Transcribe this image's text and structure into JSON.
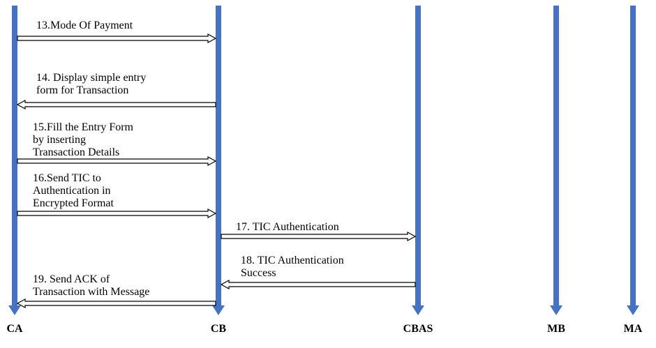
{
  "lifeline_color": "#4472C4",
  "arrow_stroke": "#000000",
  "arrow_fill": "#ffffff",
  "actors": [
    {
      "id": "CA",
      "label": "CA"
    },
    {
      "id": "CB",
      "label": "CB"
    },
    {
      "id": "CBAS",
      "label": "CBAS"
    },
    {
      "id": "MB",
      "label": "MB"
    },
    {
      "id": "MA",
      "label": "MA"
    }
  ],
  "messages": [
    {
      "from": "CA",
      "to": "CB",
      "lines": [
        "13.Mode Of Payment"
      ]
    },
    {
      "from": "CB",
      "to": "CA",
      "lines": [
        "14. Display simple entry",
        "form for Transaction"
      ]
    },
    {
      "from": "CA",
      "to": "CB",
      "lines": [
        "15.Fill the Entry Form",
        "by inserting",
        "Transaction Details"
      ]
    },
    {
      "from": "CA",
      "to": "CB",
      "lines": [
        "16.Send TIC to",
        "Authentication in",
        "Encrypted Format"
      ]
    },
    {
      "from": "CB",
      "to": "CBAS",
      "lines": [
        "17. TIC Authentication"
      ]
    },
    {
      "from": "CBAS",
      "to": "CB",
      "lines": [
        "18. TIC Authentication",
        "Success"
      ]
    },
    {
      "from": "CB",
      "to": "CA",
      "lines": [
        "19. Send ACK of",
        "Transaction with Message"
      ]
    }
  ]
}
